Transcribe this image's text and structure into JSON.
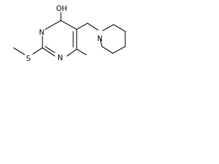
{
  "structure": {
    "atoms": {
      "oh": "OH",
      "n_ring_top": "N",
      "n_ring_bottom": "N",
      "n_piperidine": "N",
      "s": "S"
    }
  },
  "colors": {
    "bond": "#000000",
    "label": "#000000",
    "background": "#ffffff"
  }
}
